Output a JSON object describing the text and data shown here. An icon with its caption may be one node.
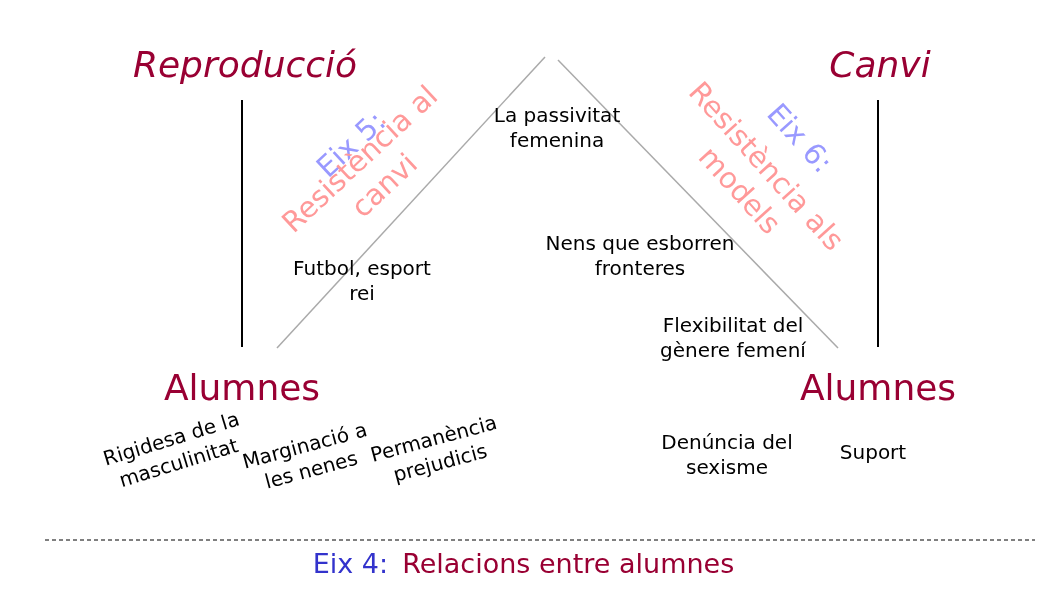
{
  "diagram": {
    "labels": [
      "Reproducció",
      "Canvi",
      "Eix 5:",
      "Resistència al canvi",
      "La passivitat femenina",
      "Eix 6:",
      "Resistència als models",
      "Nens que esborren fronteres",
      "Futbol, esport rei",
      "Flexibilitat del gènere femení",
      "Alumnes",
      "Alumnes",
      "Rigidesa de la masculinitat",
      "Marginació a les nenes",
      "Permanència prejudicis",
      "Denúncia del sexisme",
      "Suport",
      "Eix 4:",
      "Relacions entre alumnes"
    ]
  }
}
